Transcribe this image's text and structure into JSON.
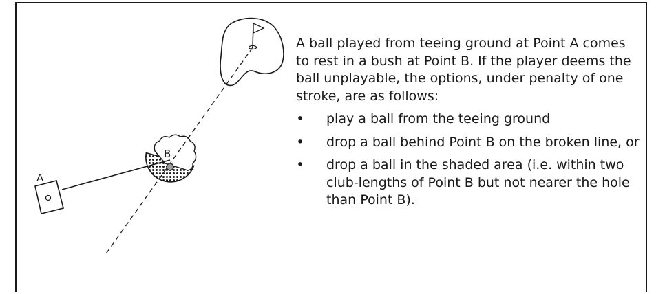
{
  "diagram": {
    "labels": {
      "point_a": "A",
      "point_b": "B"
    }
  },
  "explanation": {
    "intro": "A ball played from teeing ground at Point A comes to rest in a bush at Point B. If the player deems the ball unplayable, the options, under penalty of one stroke, are as follows:",
    "options": [
      "play a ball from the teeing ground",
      "drop a ball behind Point B on the broken line, or",
      "drop a ball in the shaded area (i.e. within two club-lengths of Point B but not nearer the hole than Point B)."
    ]
  }
}
